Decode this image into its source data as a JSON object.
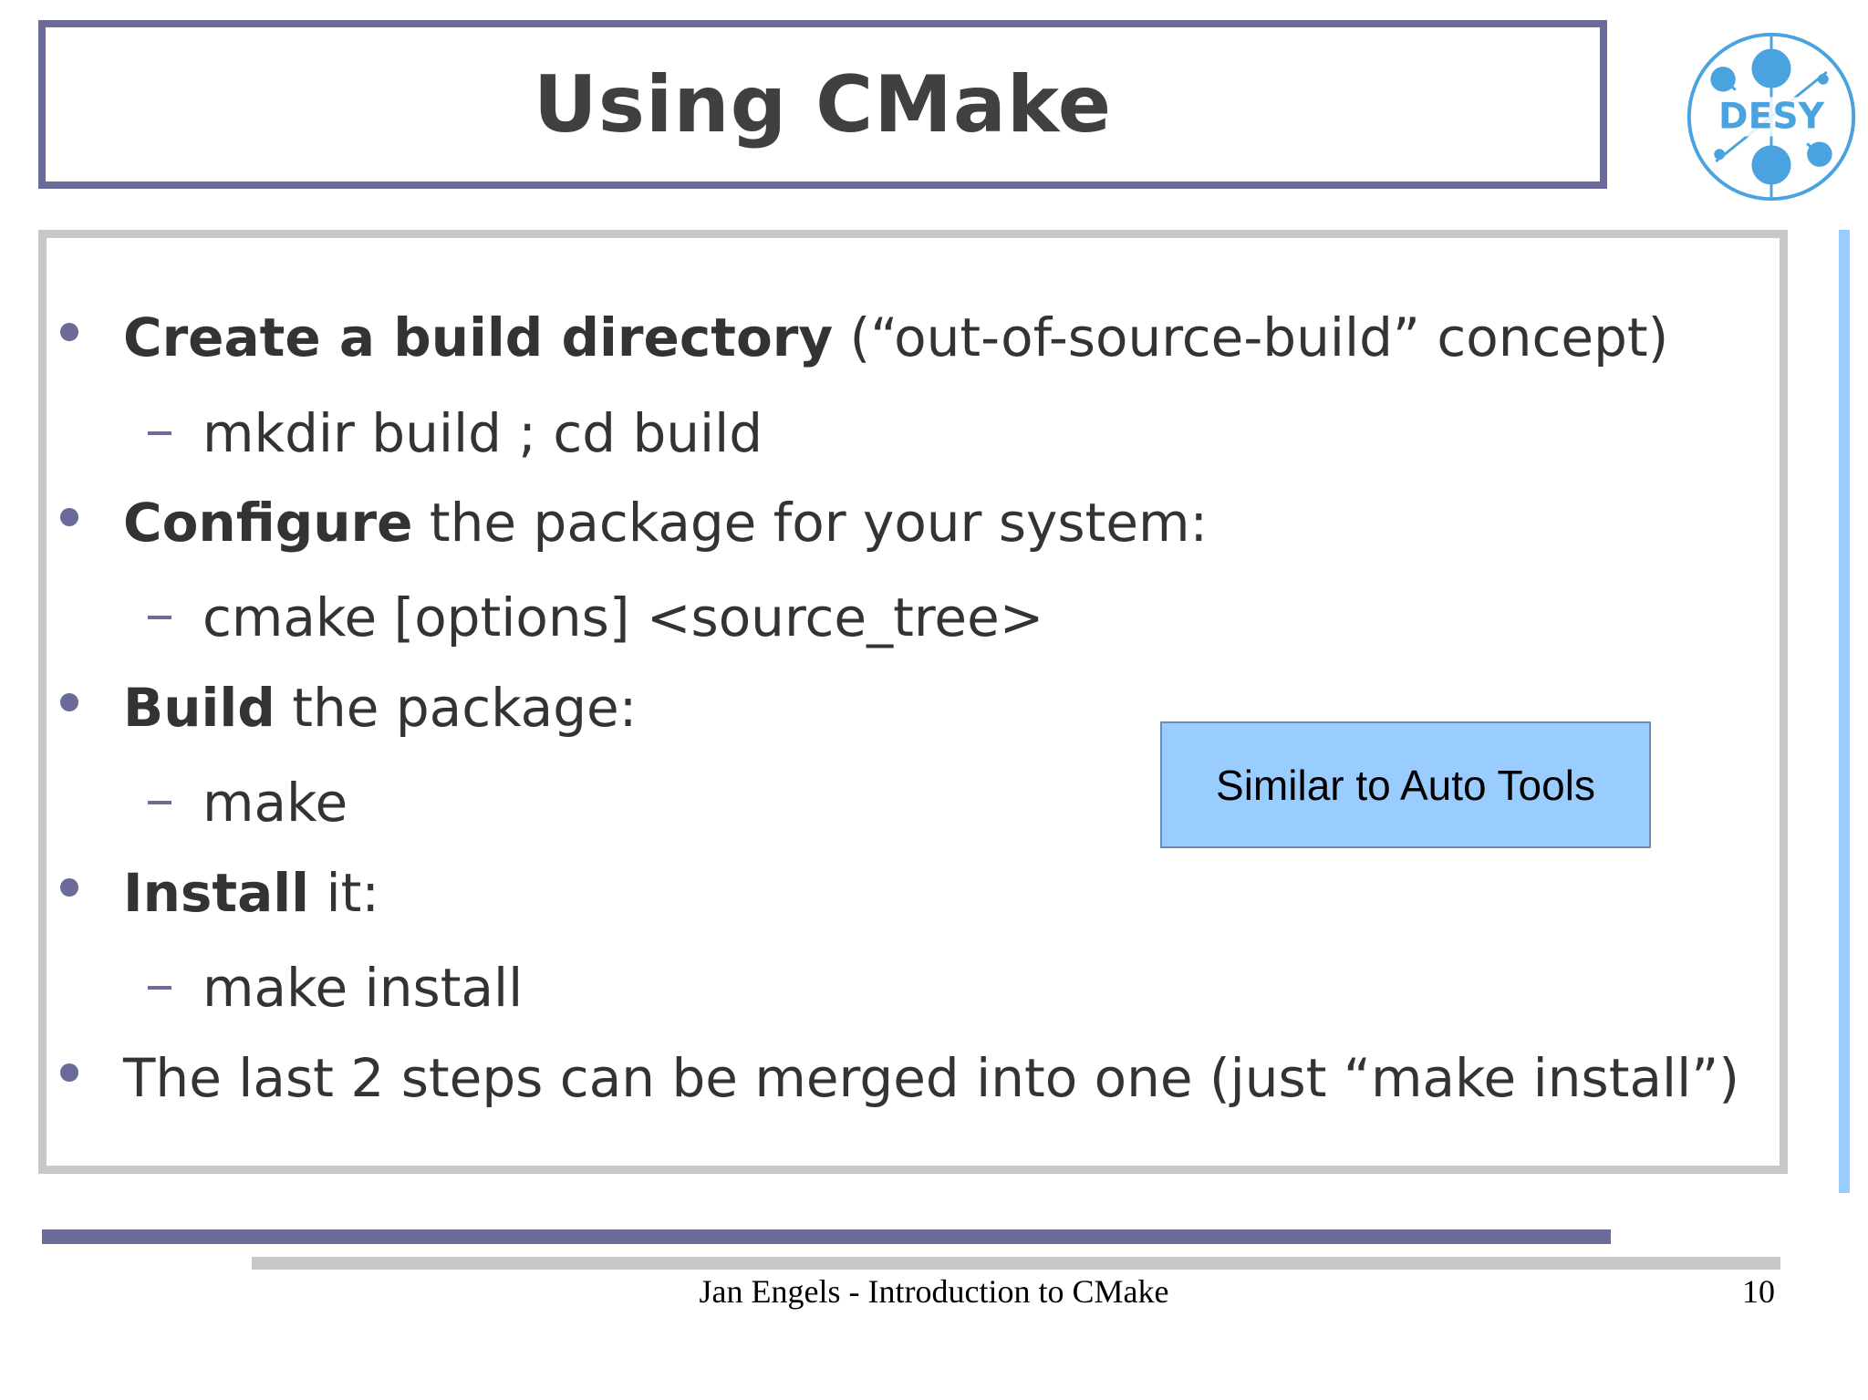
{
  "slide": {
    "title": "Using CMake",
    "logo_text": "DESY",
    "bullets": [
      {
        "bold": "Create a build directory",
        "rest": " (“out-of-source-build” concept)",
        "sub": "mkdir build ; cd build"
      },
      {
        "bold": "Configure",
        "rest": " the package for your system:",
        "sub": "cmake [options] <source_tree>"
      },
      {
        "bold": "Build",
        "rest": " the package:",
        "sub": "make"
      },
      {
        "bold": "Install",
        "rest": " it:",
        "sub": "make install"
      },
      {
        "bold": "",
        "rest": "The last 2 steps can be merged into one (just “make install”)",
        "sub": ""
      }
    ],
    "note": "Similar to Auto Tools"
  },
  "footer": {
    "text": "Jan Engels - Introduction to CMake",
    "page": "10"
  },
  "colors": {
    "accent": "#6b6b9a",
    "note_bg": "#99ccff",
    "logo": "#4aa3df",
    "frame_gray": "#c8c8c8"
  }
}
